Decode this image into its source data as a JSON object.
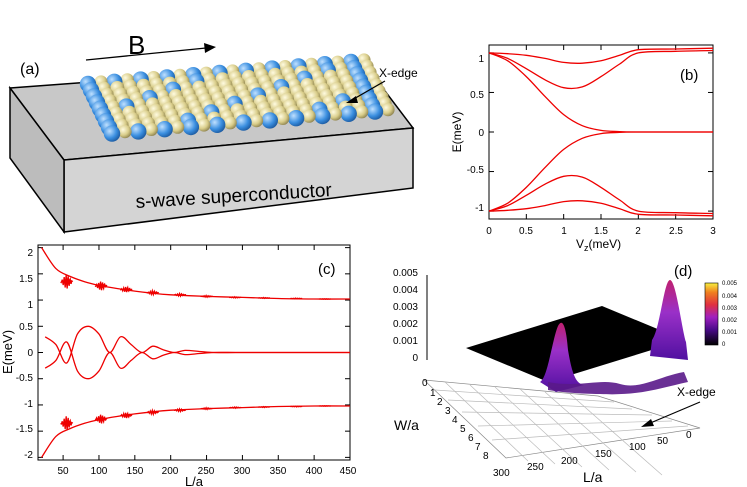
{
  "panel_a": {
    "label": "(a)",
    "field_label": "B",
    "substrate_label": "s-wave superconductor",
    "edge_label": "X-edge"
  },
  "panel_b": {
    "label": "(b)",
    "xlabel": "V_z(meV)",
    "ylabel": "E(meV)",
    "xticks": [
      "0",
      "0.5",
      "1",
      "1.5",
      "2",
      "2.5",
      "3"
    ],
    "yticks": [
      "1",
      "0.5",
      "0",
      "-0.5",
      "-1"
    ],
    "line_color": "#e00000"
  },
  "panel_c": {
    "label": "(c)",
    "xlabel": "L/a",
    "ylabel": "E(meV)",
    "xticks": [
      "50",
      "100",
      "150",
      "200",
      "250",
      "300",
      "350",
      "400",
      "450"
    ],
    "yticks": [
      "2",
      "1.5",
      "1",
      "0.5",
      "0",
      "-0.5",
      "-1",
      "-1.5",
      "-2"
    ],
    "line_color": "#e00000"
  },
  "panel_d": {
    "label": "(d)",
    "zticks": [
      "0.005",
      "0.004",
      "0.003",
      "0.002",
      "0.001",
      "0"
    ],
    "w_label": "W/a",
    "w_ticks": [
      "0",
      "1",
      "2",
      "3",
      "4",
      "5",
      "6",
      "7",
      "8"
    ],
    "l_label": "L/a",
    "l_ticks": [
      "300",
      "250",
      "200",
      "150",
      "100",
      "50",
      "0"
    ],
    "edge_label": "X-edge",
    "colorbar_ticks": [
      "0.005",
      "0.004",
      "0.003",
      "0.002",
      "0.001",
      "0"
    ]
  },
  "chart_data": [
    {
      "type": "line",
      "panel": "(b)",
      "xlabel": "V_z(meV)",
      "ylabel": "E(meV)",
      "xlim": [
        0,
        3
      ],
      "ylim": [
        -1.1,
        1.1
      ],
      "series": [
        {
          "x": [
            0,
            0.25,
            0.5,
            0.75,
            1,
            1.25,
            1.5,
            1.75,
            2,
            2.5,
            3
          ],
          "values": [
            1.0,
            0.99,
            0.97,
            0.93,
            0.88,
            0.87,
            0.9,
            0.97,
            1.04,
            1.05,
            1.06
          ]
        },
        {
          "x": [
            0,
            0.25,
            0.5,
            0.75,
            1,
            1.25,
            1.5,
            1.75,
            2,
            2.5,
            3
          ],
          "values": [
            1.0,
            0.93,
            0.8,
            0.66,
            0.56,
            0.57,
            0.7,
            0.86,
            1.0,
            1.02,
            1.03
          ]
        },
        {
          "x": [
            0,
            0.25,
            0.5,
            0.75,
            1,
            1.25,
            1.5,
            1.75,
            2,
            2.5,
            3
          ],
          "values": [
            1.0,
            0.9,
            0.7,
            0.45,
            0.22,
            0.08,
            0.02,
            0.005,
            0,
            0,
            0
          ]
        },
        {
          "x": [
            0,
            0.25,
            0.5,
            0.75,
            1,
            1.25,
            1.5,
            1.75,
            2,
            2.5,
            3
          ],
          "values": [
            -1.0,
            -0.9,
            -0.7,
            -0.45,
            -0.22,
            -0.08,
            -0.02,
            -0.005,
            0,
            0,
            0
          ]
        },
        {
          "x": [
            0,
            0.25,
            0.5,
            0.75,
            1,
            1.25,
            1.5,
            1.75,
            2,
            2.5,
            3
          ],
          "values": [
            -1.0,
            -0.93,
            -0.8,
            -0.66,
            -0.56,
            -0.57,
            -0.7,
            -0.86,
            -1.0,
            -1.02,
            -1.03
          ]
        },
        {
          "x": [
            0,
            0.25,
            0.5,
            0.75,
            1,
            1.25,
            1.5,
            1.75,
            2,
            2.5,
            3
          ],
          "values": [
            -1.0,
            -0.99,
            -0.97,
            -0.93,
            -0.88,
            -0.87,
            -0.9,
            -0.97,
            -1.04,
            -1.05,
            -1.06
          ]
        }
      ]
    },
    {
      "type": "line",
      "panel": "(c)",
      "xlabel": "L/a",
      "ylabel": "E(meV)",
      "xlim": [
        15,
        450
      ],
      "ylim": [
        -2.05,
        2.05
      ],
      "series": [
        {
          "x": [
            20,
            40,
            60,
            80,
            100,
            125,
            150,
            175,
            200,
            250,
            300,
            350,
            400,
            450
          ],
          "values": [
            2.0,
            1.6,
            1.45,
            1.35,
            1.28,
            1.22,
            1.17,
            1.13,
            1.1,
            1.07,
            1.05,
            1.03,
            1.02,
            1.02
          ]
        },
        {
          "x": [
            20,
            40,
            60,
            80,
            100,
            125,
            150,
            175,
            200,
            250,
            300,
            350,
            400,
            450
          ],
          "values": [
            -2.0,
            -1.6,
            -1.45,
            -1.35,
            -1.28,
            -1.22,
            -1.17,
            -1.13,
            -1.1,
            -1.07,
            -1.05,
            -1.03,
            -1.02,
            -1.02
          ]
        },
        {
          "x": [
            25,
            40,
            55,
            70,
            85,
            100,
            115,
            130,
            145,
            160,
            175,
            190,
            205,
            220,
            240,
            260,
            290,
            320,
            450
          ],
          "values": [
            0.3,
            0.15,
            -0.2,
            0.35,
            0.5,
            0.35,
            0,
            0.3,
            0.15,
            0,
            0.12,
            0.05,
            0,
            0.04,
            0.02,
            0.0,
            0.0,
            0.0,
            0.0
          ]
        }
      ]
    }
  ]
}
